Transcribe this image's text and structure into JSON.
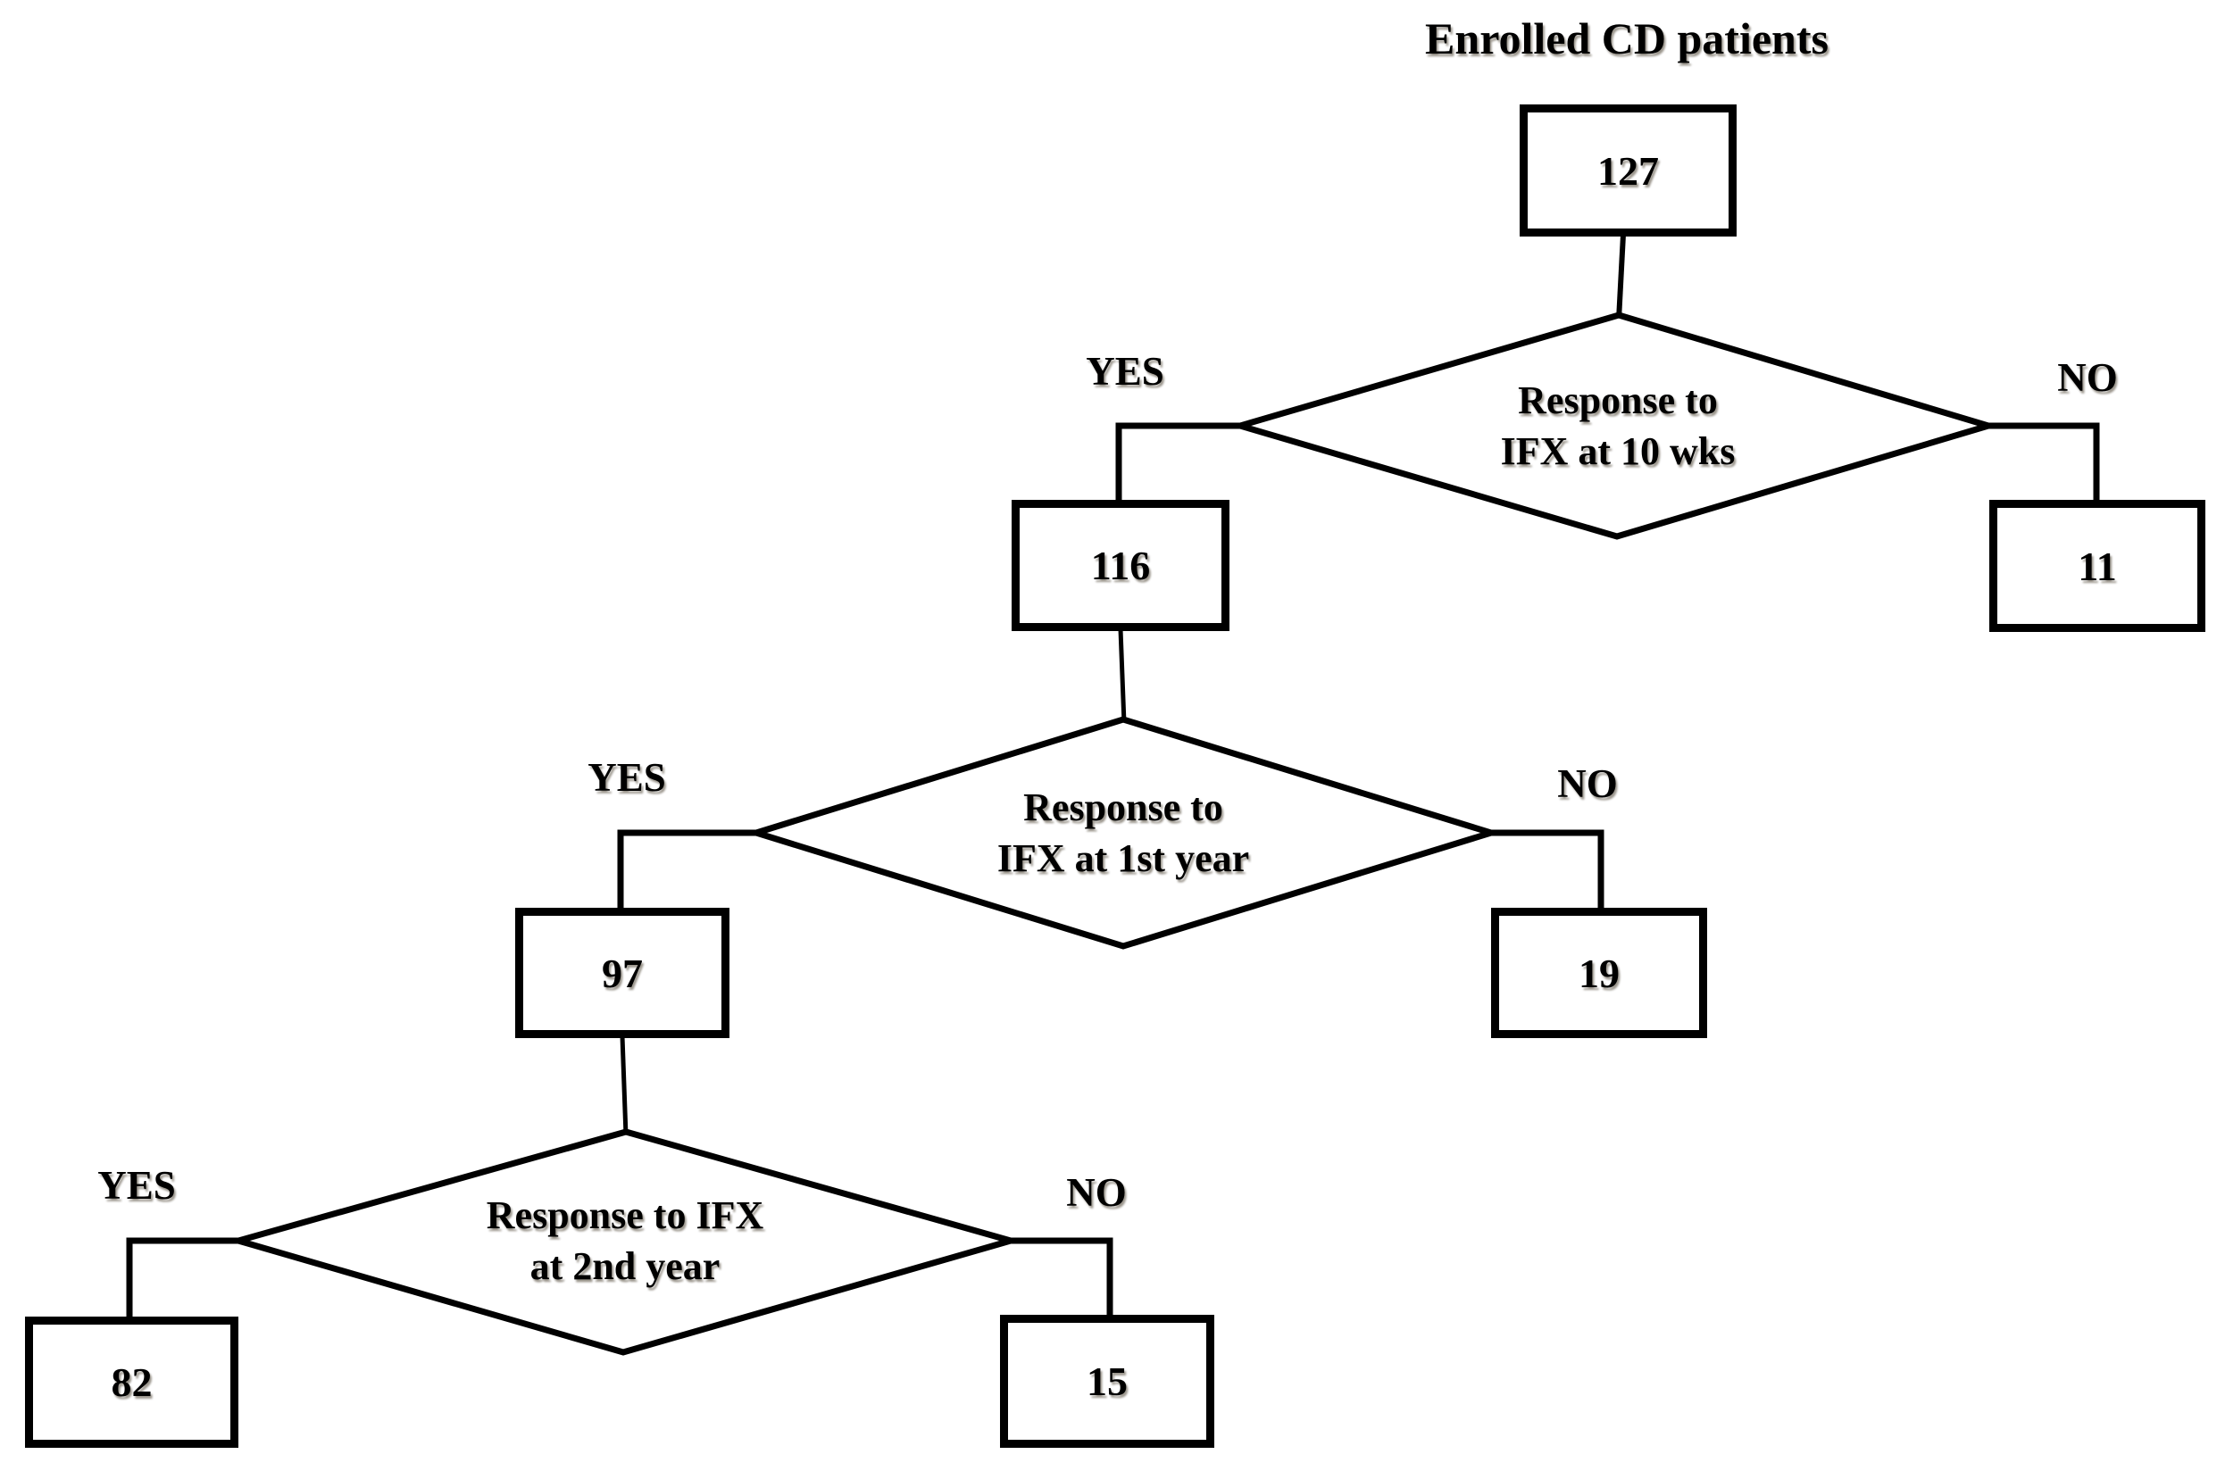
{
  "colors": {
    "ink": "#000000",
    "background": "#ffffff"
  },
  "flowchart": {
    "title": "Enrolled CD patients",
    "root": {
      "value": "127"
    },
    "decisions": [
      {
        "question": [
          "Response to",
          "IFX at 10 wks"
        ],
        "yes_label": "YES",
        "no_label": "NO",
        "yes_value": "116",
        "no_value": "11"
      },
      {
        "question": [
          "Response to",
          "IFX at 1st year"
        ],
        "yes_label": "YES",
        "no_label": "NO",
        "yes_value": "97",
        "no_value": "19"
      },
      {
        "question": [
          "Response to IFX",
          "at 2nd year"
        ],
        "yes_label": "YES",
        "no_label": "NO",
        "yes_value": "82",
        "no_value": "15"
      }
    ]
  }
}
